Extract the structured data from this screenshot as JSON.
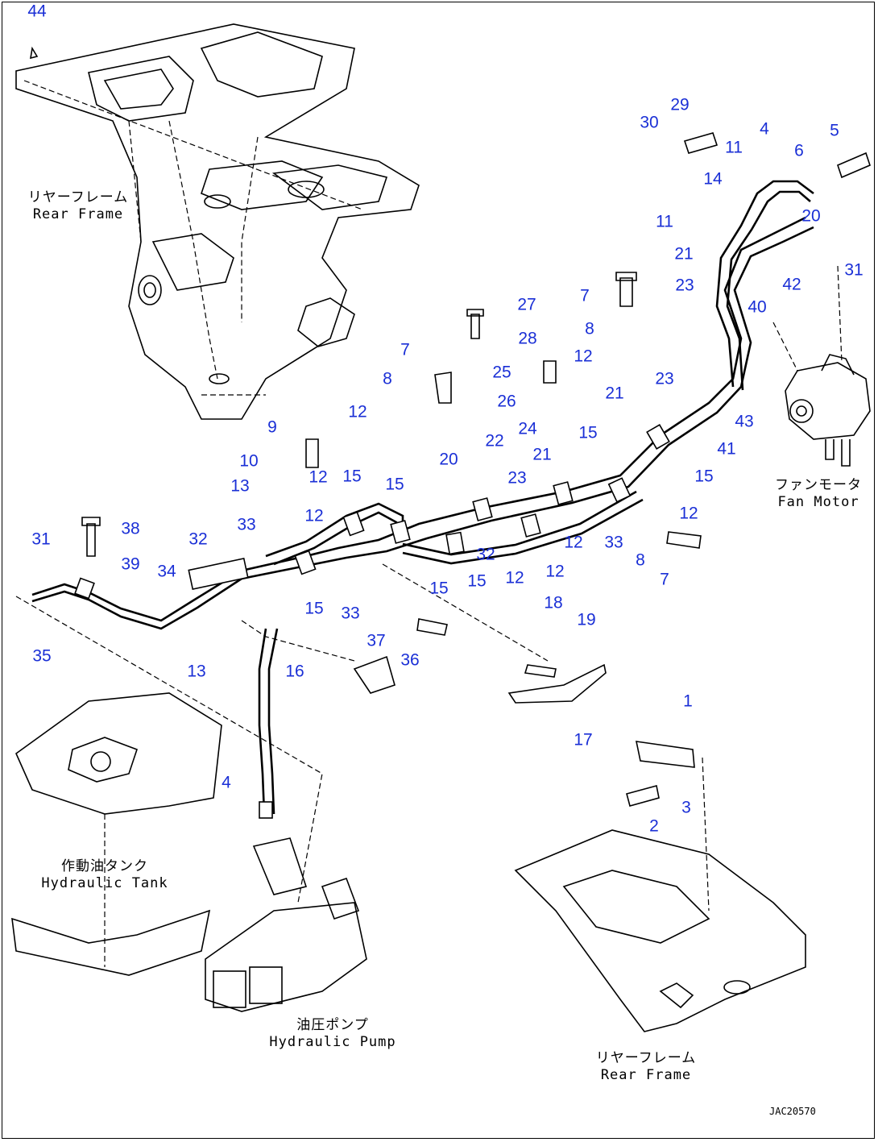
{
  "drawing_id": "JAC20570",
  "assembly_labels": {
    "rear_frame_top": {
      "ja": "リヤーフレーム",
      "en": "Rear Frame"
    },
    "fan_motor": {
      "ja": "ファンモータ",
      "en": "Fan Motor"
    },
    "hydraulic_tank": {
      "ja": "作動油タンク",
      "en": "Hydraulic Tank"
    },
    "hydraulic_pump": {
      "ja": "油圧ポンプ",
      "en": "Hydraulic Pump"
    },
    "rear_frame_bottom": {
      "ja": "リヤーフレーム",
      "en": "Rear Frame"
    }
  },
  "callouts": [
    {
      "id": "c44",
      "text": "44"
    },
    {
      "id": "c30",
      "text": "30"
    },
    {
      "id": "c29",
      "text": "29"
    },
    {
      "id": "c4a",
      "text": "4"
    },
    {
      "id": "c5",
      "text": "5"
    },
    {
      "id": "c11a",
      "text": "11"
    },
    {
      "id": "c6",
      "text": "6"
    },
    {
      "id": "c14",
      "text": "14"
    },
    {
      "id": "c20a",
      "text": "20"
    },
    {
      "id": "c11b",
      "text": "11"
    },
    {
      "id": "c21a",
      "text": "21"
    },
    {
      "id": "c31a",
      "text": "31"
    },
    {
      "id": "c23a",
      "text": "23"
    },
    {
      "id": "c42",
      "text": "42"
    },
    {
      "id": "c40",
      "text": "40"
    },
    {
      "id": "c7a",
      "text": "7"
    },
    {
      "id": "c27",
      "text": "27"
    },
    {
      "id": "c8a",
      "text": "8"
    },
    {
      "id": "c28",
      "text": "28"
    },
    {
      "id": "c12a",
      "text": "12"
    },
    {
      "id": "c7b",
      "text": "7"
    },
    {
      "id": "c25",
      "text": "25"
    },
    {
      "id": "c8b",
      "text": "8"
    },
    {
      "id": "c26",
      "text": "26"
    },
    {
      "id": "c23b",
      "text": "23"
    },
    {
      "id": "c21b",
      "text": "21"
    },
    {
      "id": "c43",
      "text": "43"
    },
    {
      "id": "c12b",
      "text": "12"
    },
    {
      "id": "c24",
      "text": "24"
    },
    {
      "id": "c15a",
      "text": "15"
    },
    {
      "id": "c41",
      "text": "41"
    },
    {
      "id": "c9",
      "text": "9"
    },
    {
      "id": "c22",
      "text": "22"
    },
    {
      "id": "c20b",
      "text": "20"
    },
    {
      "id": "c21c",
      "text": "21"
    },
    {
      "id": "c10",
      "text": "10"
    },
    {
      "id": "c12c",
      "text": "12"
    },
    {
      "id": "c15b",
      "text": "15"
    },
    {
      "id": "c23c",
      "text": "23"
    },
    {
      "id": "c15c",
      "text": "15"
    },
    {
      "id": "c13a",
      "text": "13"
    },
    {
      "id": "c15d",
      "text": "15"
    },
    {
      "id": "c12d",
      "text": "12"
    },
    {
      "id": "c38",
      "text": "38"
    },
    {
      "id": "c33a",
      "text": "33"
    },
    {
      "id": "c12e",
      "text": "12"
    },
    {
      "id": "c32a",
      "text": "32"
    },
    {
      "id": "c31b",
      "text": "31"
    },
    {
      "id": "c33b",
      "text": "33"
    },
    {
      "id": "c32b",
      "text": "32"
    },
    {
      "id": "c12f",
      "text": "12"
    },
    {
      "id": "c8c",
      "text": "8"
    },
    {
      "id": "c39",
      "text": "39"
    },
    {
      "id": "c34",
      "text": "34"
    },
    {
      "id": "c12g",
      "text": "12"
    },
    {
      "id": "c15e",
      "text": "15"
    },
    {
      "id": "c12h",
      "text": "12"
    },
    {
      "id": "c7c",
      "text": "7"
    },
    {
      "id": "c15f",
      "text": "15"
    },
    {
      "id": "c15g",
      "text": "15"
    },
    {
      "id": "c33c",
      "text": "33"
    },
    {
      "id": "c18",
      "text": "18"
    },
    {
      "id": "c19",
      "text": "19"
    },
    {
      "id": "c37",
      "text": "37"
    },
    {
      "id": "c35",
      "text": "35"
    },
    {
      "id": "c36",
      "text": "36"
    },
    {
      "id": "c16",
      "text": "16"
    },
    {
      "id": "c13b",
      "text": "13"
    },
    {
      "id": "c1",
      "text": "1"
    },
    {
      "id": "c17",
      "text": "17"
    },
    {
      "id": "c4b",
      "text": "4"
    },
    {
      "id": "c3",
      "text": "3"
    },
    {
      "id": "c2",
      "text": "2"
    }
  ]
}
